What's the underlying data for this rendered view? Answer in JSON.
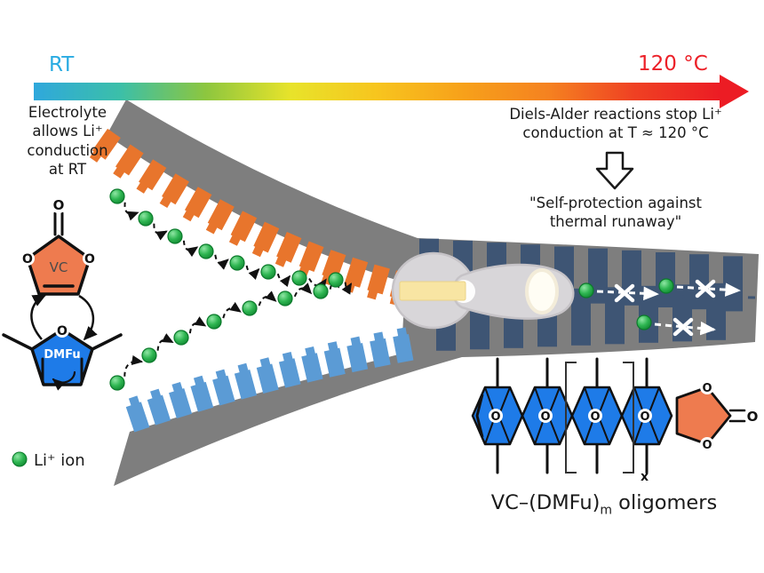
{
  "figure": {
    "description": "Zipper schematic of thermally self-protecting electrolyte"
  },
  "temperature_axis": {
    "left_label": "RT",
    "right_label": "120 °C",
    "left_label_color": "#29ABE2",
    "right_label_color": "#EC2028",
    "gradient": [
      "#2FA8DC",
      "#3BBFA9",
      "#8CC63F",
      "#E8E32A",
      "#F7C51E",
      "#F7A11A",
      "#F58220",
      "#EF4123",
      "#EC1C24"
    ]
  },
  "left_annotation": {
    "lines": [
      "Electrolyte",
      "allows Li⁺",
      "conduction",
      "at RT"
    ]
  },
  "right_annotation": {
    "lines": [
      "Diels-Alder reactions stop Li⁺",
      "conduction at T ≈ 120 °C"
    ],
    "quote_lines": [
      "\"Self-protection against",
      "thermal runaway\""
    ]
  },
  "legend": {
    "ion_label": "Li⁺ ion",
    "ion_color": "#2FB652"
  },
  "molecules": {
    "vc": {
      "label": "VC",
      "ring_color": "#EE7B4F"
    },
    "dmfu": {
      "label": "DMFu",
      "ring_color": "#1E7BE8"
    }
  },
  "labels": {
    "oxygen": "O"
  },
  "zipper": {
    "band_color": "#7E7E7E",
    "open_teeth_top_color": "#E8752C",
    "open_teeth_bottom_color": "#5B9BD5",
    "closed_teeth_color": "#3E5574",
    "open_teeth_top_count": 14,
    "open_teeth_bottom_count": 13,
    "closed_teeth_top_count": 10,
    "closed_teeth_bottom_count": 9,
    "slider_color": "#D8D6D9",
    "slider_border_color": "#C6C3C7",
    "slider_accent_color": "#F8E5A3"
  },
  "oligomer": {
    "label_pre": "VC–(DMFu)",
    "label_sub": "m",
    "label_post": " oligomers",
    "bracket_subscript": "x",
    "unit_count": 4,
    "unit_color": "#1E7BE8",
    "carbonate_color": "#EE7B4F"
  }
}
